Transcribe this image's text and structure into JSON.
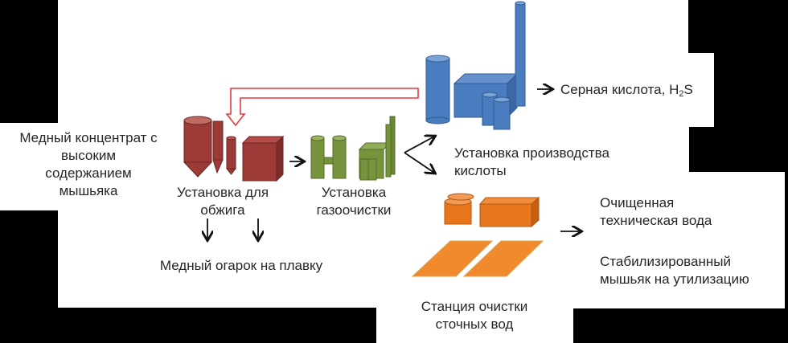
{
  "diagram": {
    "title": "Arsenic-rich copper concentrate processing flow",
    "input": {
      "lines": [
        "Медный концентрат с",
        "высоким",
        "содержанием",
        "мышьяка"
      ]
    },
    "stages": [
      {
        "id": "roasting",
        "color": "#9b3a36",
        "icon": "roasting-plant-icon",
        "lines": [
          "Установка для",
          "обжига"
        ]
      },
      {
        "id": "gas-cleaning",
        "color": "#77943c",
        "icon": "gas-cleaning-plant-icon",
        "lines": [
          "Установка",
          "газоочистки"
        ]
      },
      {
        "id": "acid-plant",
        "color": "#4a7dc0",
        "icon": "acid-plant-icon",
        "lines": [
          "Установка производства",
          "кислоты"
        ]
      },
      {
        "id": "wastewater",
        "color": "#e8761c",
        "icon": "wastewater-station-icon",
        "lines": [
          "Станция очистки",
          "сточных вод"
        ]
      }
    ],
    "outputs": {
      "roasting_output": "Медный огарок на плавку",
      "acid_output_prefix": "Серная кислота, H",
      "acid_output_sub": "2",
      "acid_output_suffix": "S",
      "water_output_lines": [
        "Очищенная",
        "техническая вода"
      ],
      "arsenic_output_lines": [
        "Стабилизированный",
        "мышьяк на утилизацию"
      ]
    },
    "recycle_arrow_color": "#e8393a"
  }
}
